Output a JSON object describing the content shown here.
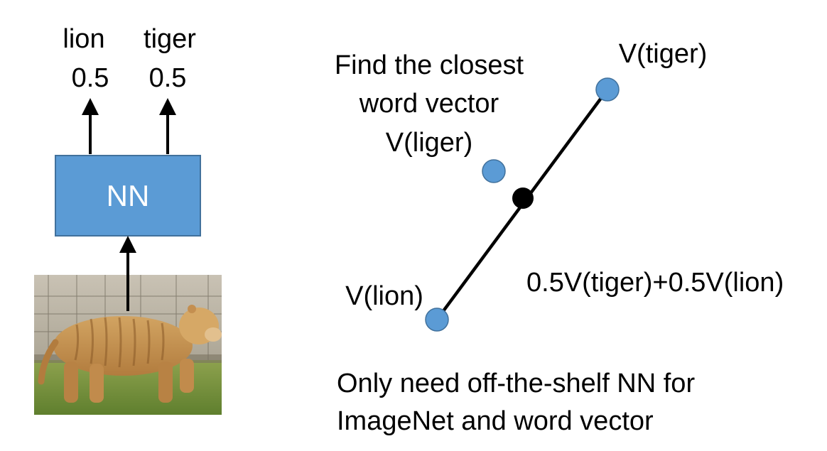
{
  "outputs": [
    {
      "name": "lion",
      "prob": "0.5"
    },
    {
      "name": "tiger",
      "prob": "0.5"
    }
  ],
  "network": {
    "label": "NN",
    "box_color": "#5b9bd5"
  },
  "photo": {
    "subject": "liger"
  },
  "vector_space": {
    "instruction_line1": "Find the closest",
    "instruction_line2": "word vector",
    "liger_label": "V(liger)",
    "tiger_label": "V(tiger)",
    "lion_label": "V(lion)",
    "midpoint_label": "0.5V(tiger)+0.5V(lion)",
    "point_color": "#5b9bd5"
  },
  "footer": {
    "line1": "Only need off-the-shelf NN for",
    "line2": "ImageNet and word vector"
  }
}
